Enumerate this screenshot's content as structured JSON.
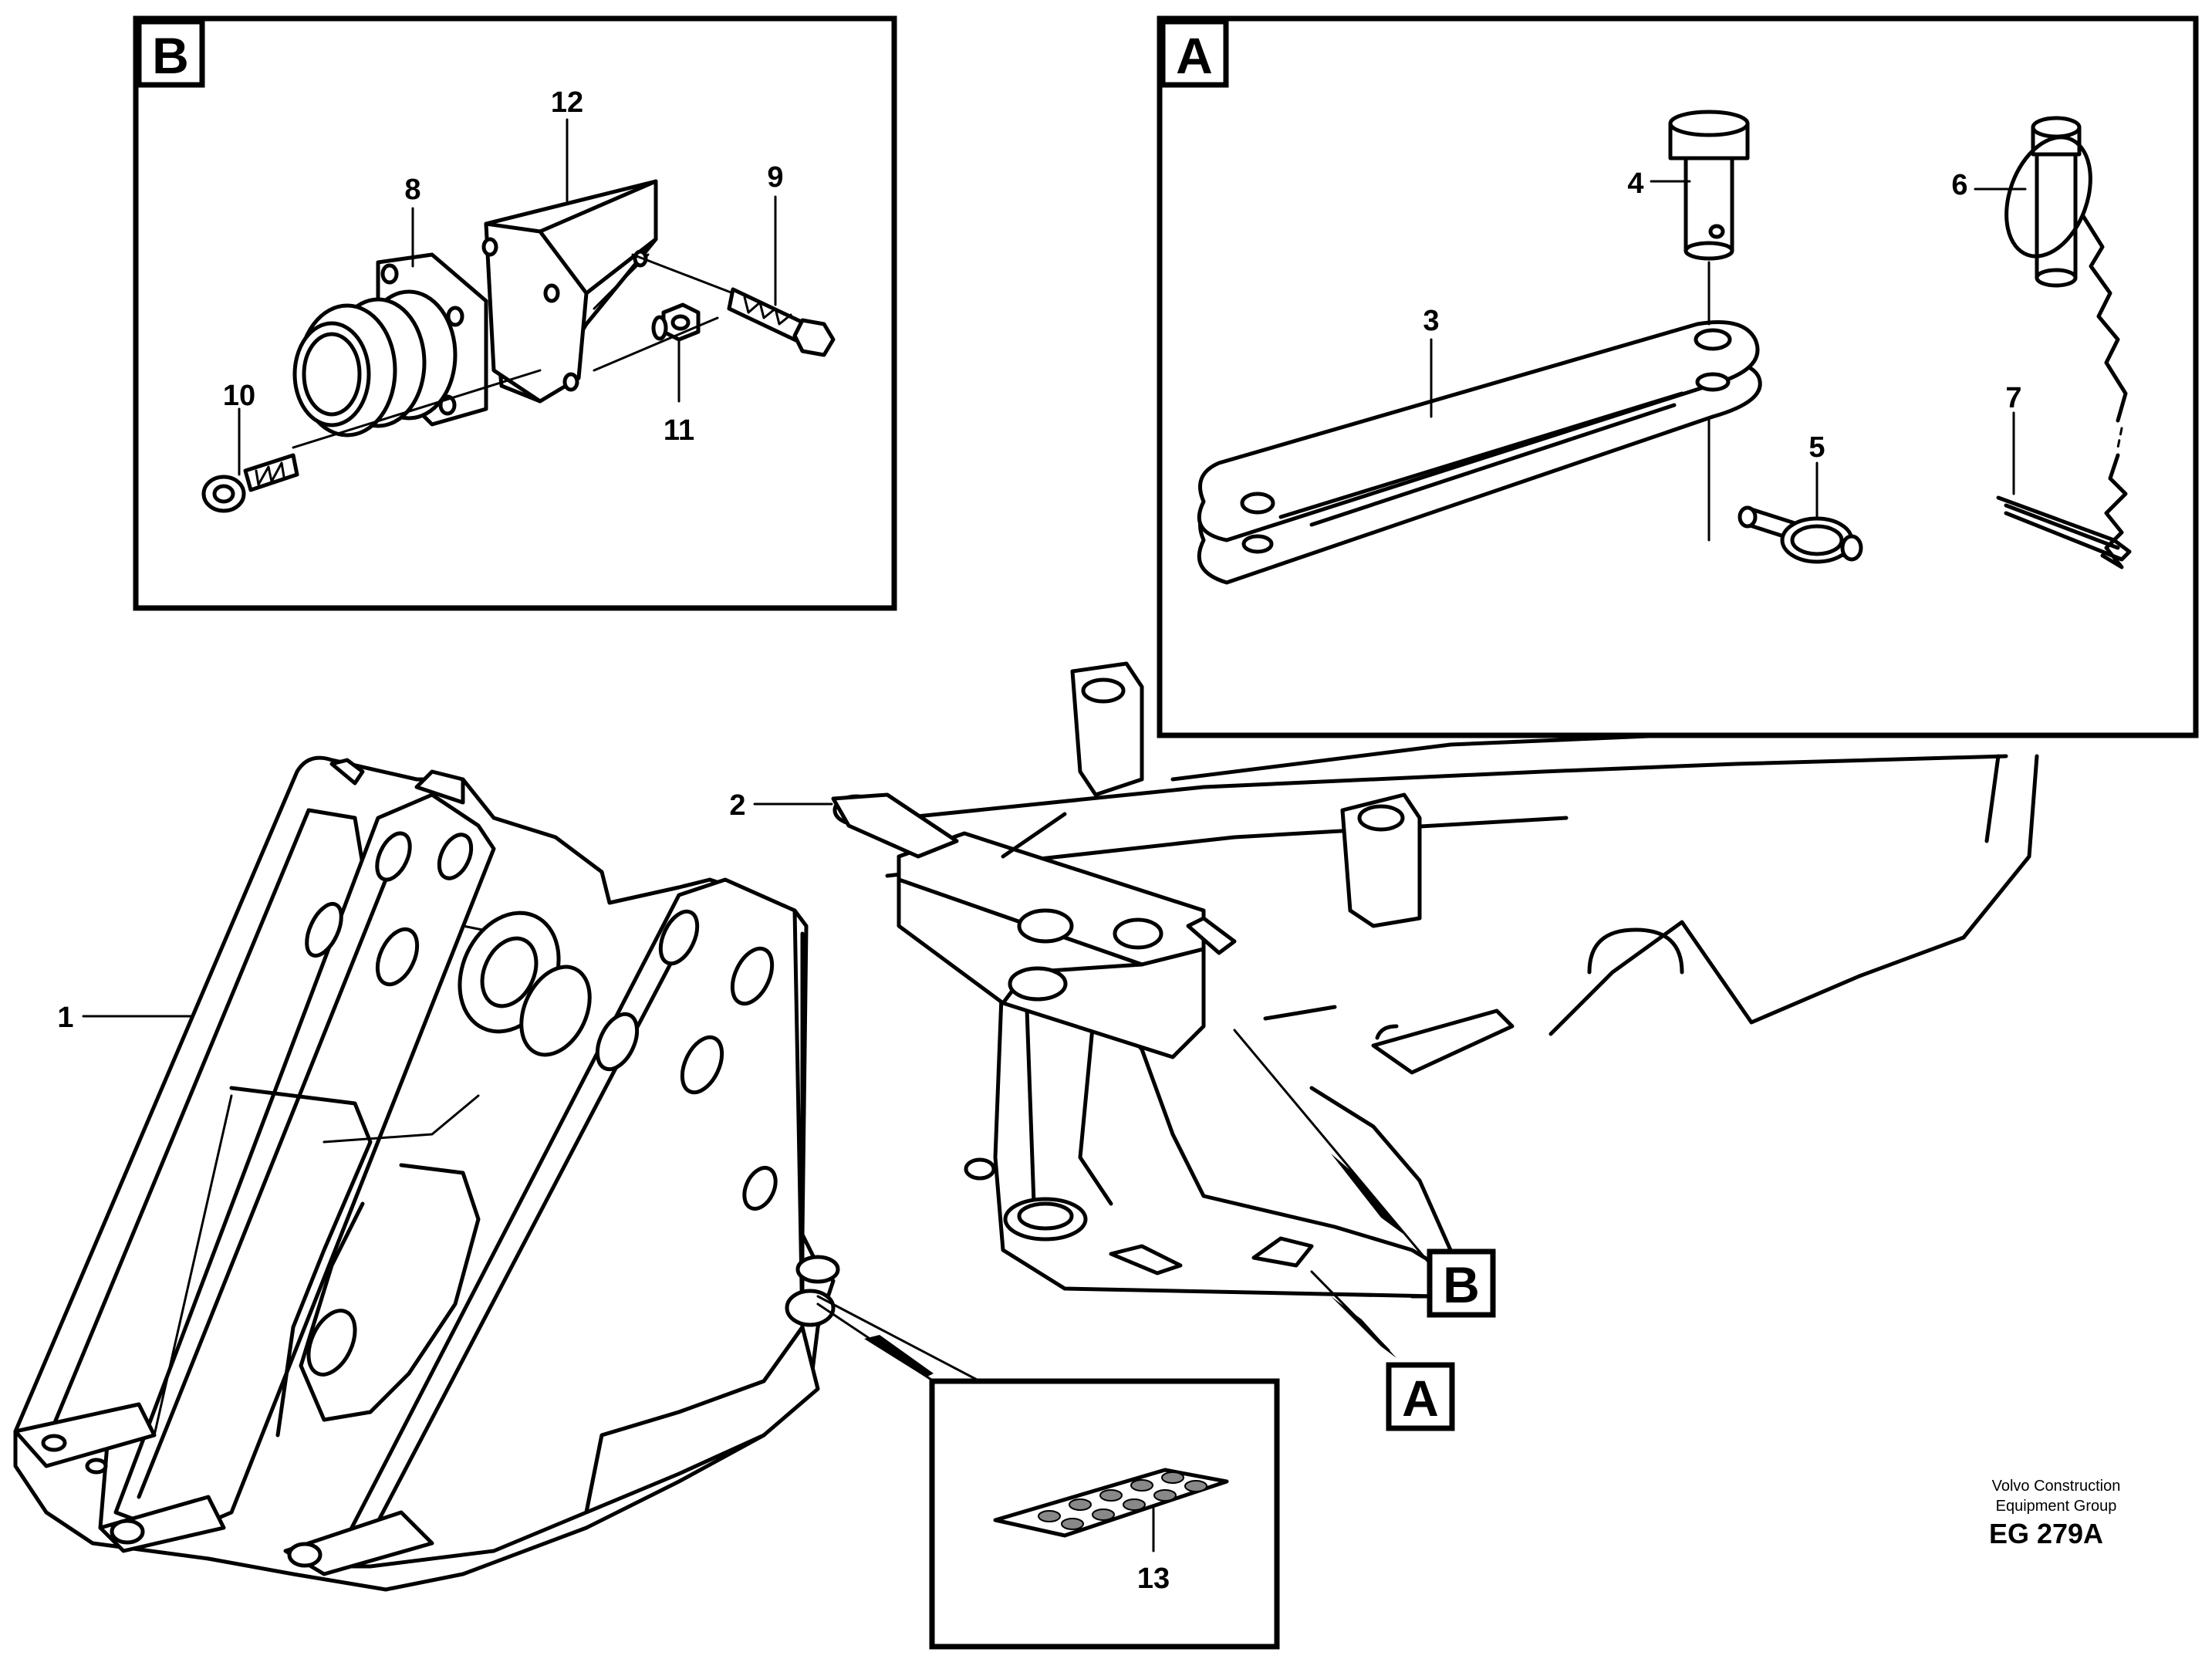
{
  "callouts": {
    "c1": "1",
    "c2": "2",
    "c3": "3",
    "c4": "4",
    "c5": "5",
    "c6": "6",
    "c7": "7",
    "c8": "8",
    "c9": "9",
    "c10": "10",
    "c11": "11",
    "c12": "12",
    "c13": "13"
  },
  "detail_labels": {
    "box_a": "A",
    "box_b": "B",
    "ref_a": "A",
    "ref_b": "B"
  },
  "footer": {
    "company_line1": "Volvo Construction",
    "company_line2": "Equipment Group",
    "drawing_code": "EG 279A"
  }
}
